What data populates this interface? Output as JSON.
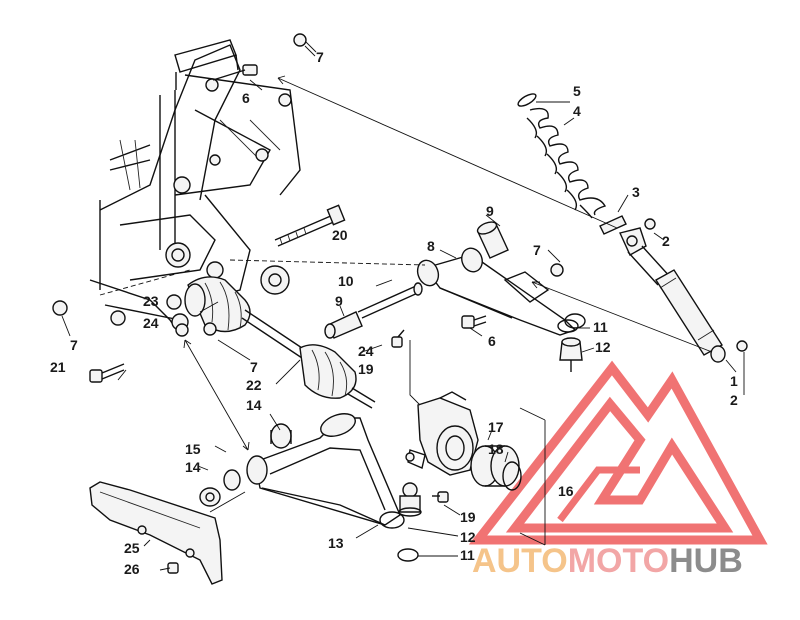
{
  "diagram": {
    "labels": {
      "l1": "1",
      "l2": "2",
      "l2b": "2",
      "l3": "3",
      "l4": "4",
      "l5": "5",
      "l6a": "6",
      "l6b": "6",
      "l7a": "7",
      "l7b": "7",
      "l7c": "7",
      "l7d": "7",
      "l8": "8",
      "l9a": "9",
      "l9b": "9",
      "l10": "10",
      "l11a": "11",
      "l11b": "11",
      "l12a": "12",
      "l12b": "12",
      "l13": "13",
      "l14a": "14",
      "l14b": "14",
      "l15": "15",
      "l16": "16",
      "l17": "17",
      "l18": "18",
      "l19a": "19",
      "l19b": "19",
      "l20": "20",
      "l21": "21",
      "l22": "22",
      "l23": "23",
      "l24a": "24",
      "l24b": "24",
      "l25": "25",
      "l26": "26"
    }
  },
  "watermark": {
    "part1": "AUTO",
    "part2": "MOTO",
    "part3": "HUB",
    "color1": "#f5c48a",
    "color2": "#f2a6a6",
    "color3": "#8c8c8c",
    "logo_color": "#ee5b5b"
  }
}
